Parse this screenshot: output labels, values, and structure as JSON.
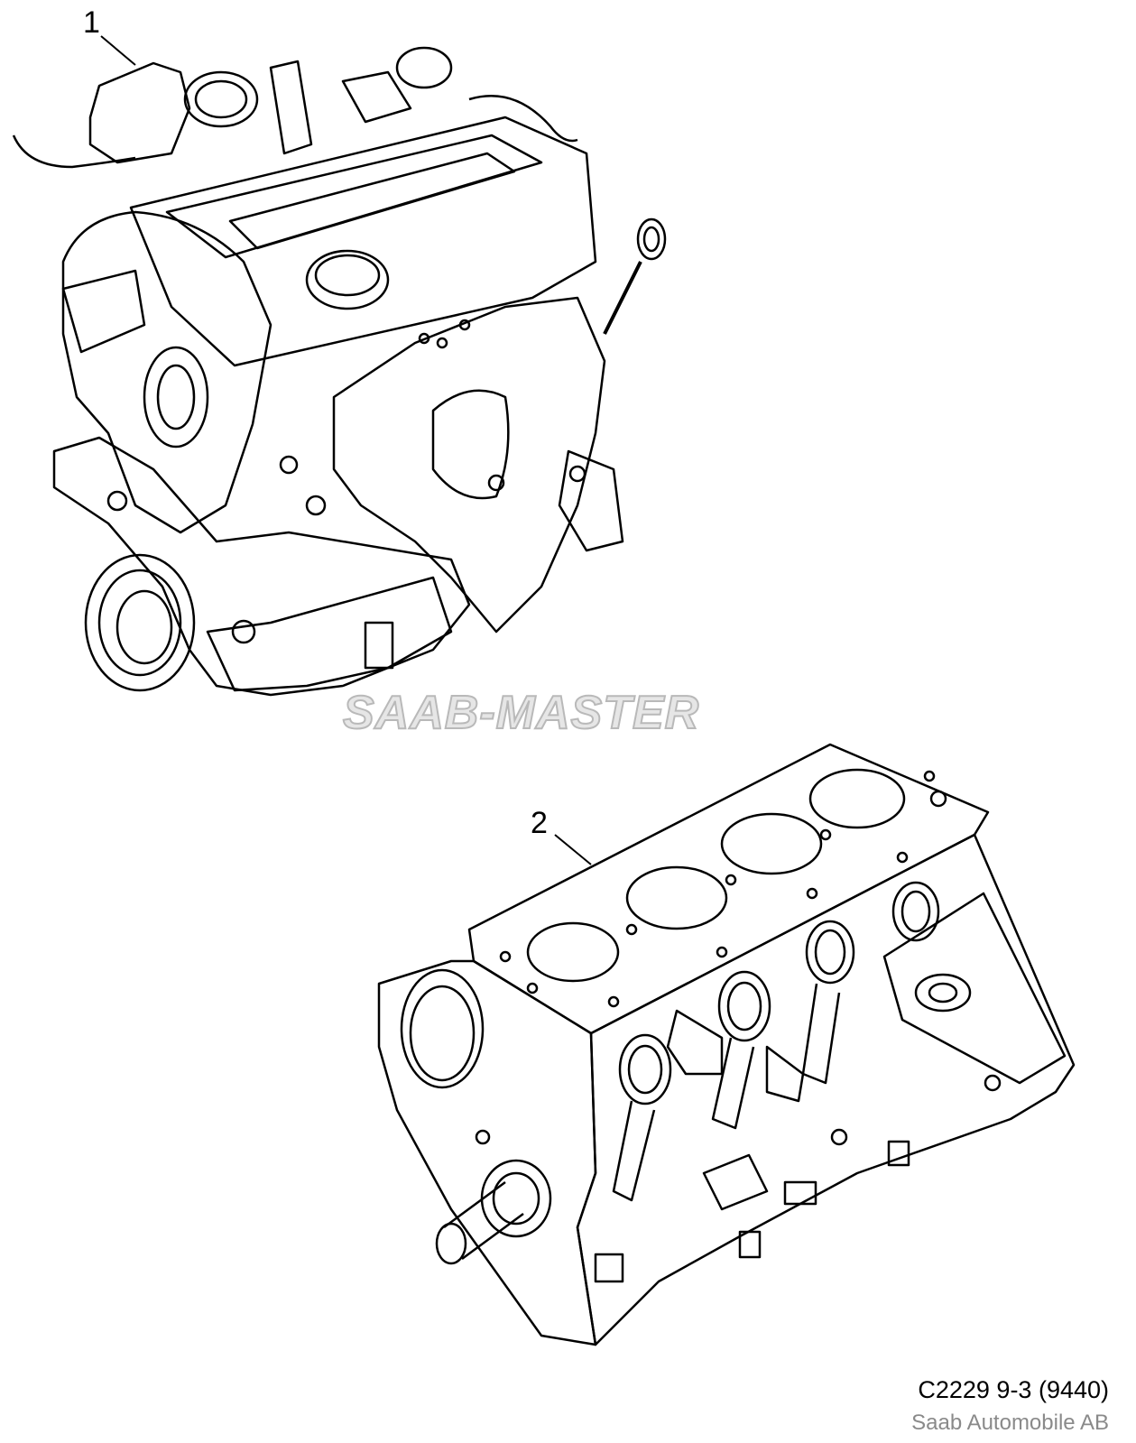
{
  "callouts": [
    {
      "number": "1"
    },
    {
      "number": "2"
    }
  ],
  "watermark": "SAAB-MASTER",
  "figure_code": "C2229 9-3 (9440)",
  "copyright": "Saab Automobile AB"
}
